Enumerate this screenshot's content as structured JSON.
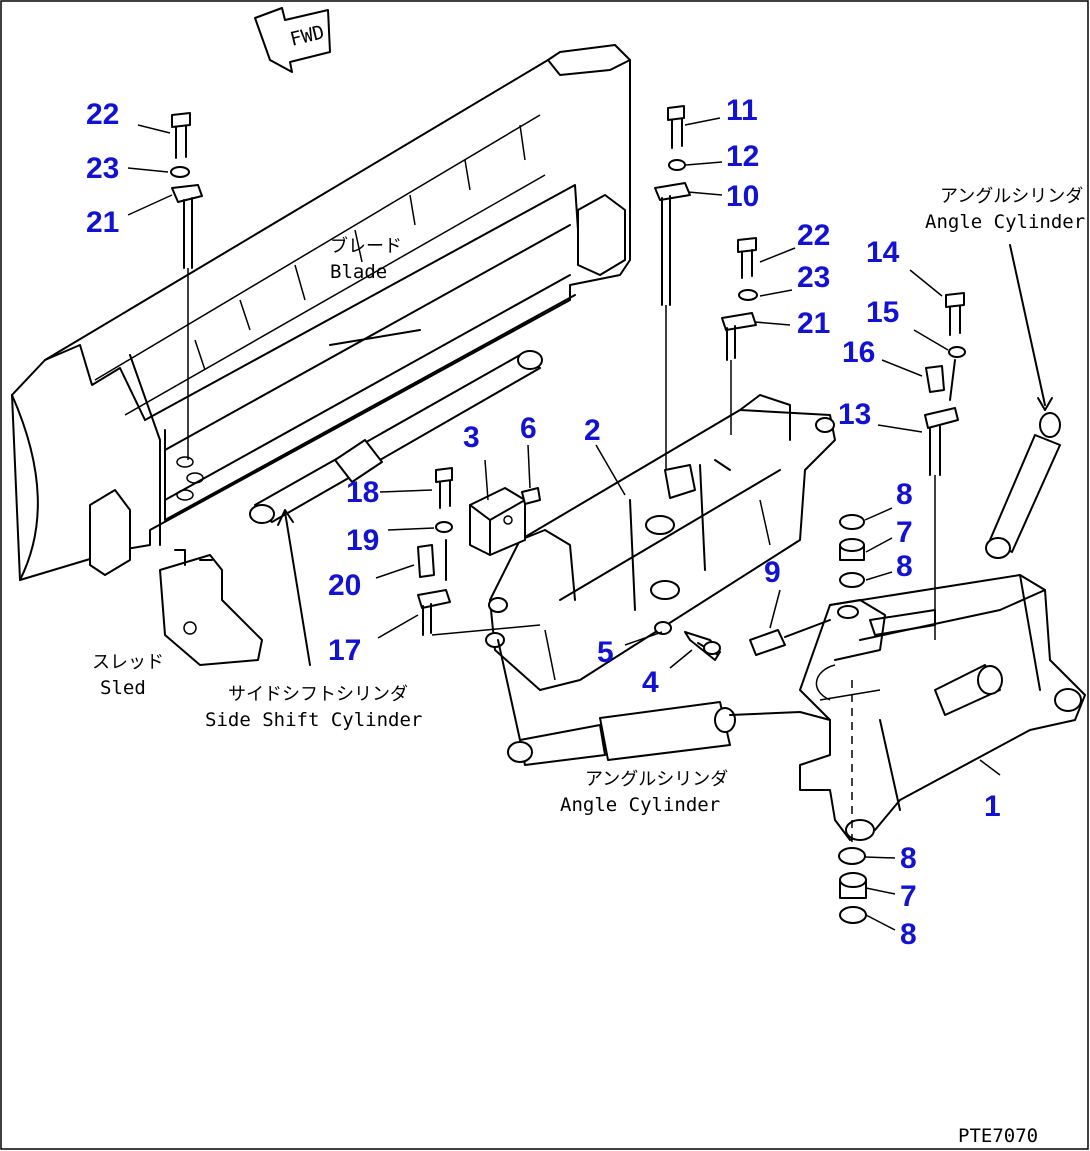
{
  "fwd_label": "FWD",
  "drawing_code": "PTE7070",
  "labels": {
    "blade_jp": "ブレード",
    "blade_en": "Blade",
    "sled_jp": "スレッド",
    "sled_en": "Sled",
    "side_shift_jp": "サイドシフトシリンダ",
    "side_shift_en": "Side Shift Cylinder",
    "angle_center_jp": "アングルシリンダ",
    "angle_center_en": "Angle Cylinder",
    "angle_right_jp": "アングルシリンダ",
    "angle_right_en": "Angle Cylinder"
  },
  "callouts": [
    "1",
    "2",
    "3",
    "4",
    "5",
    "6",
    "7",
    "7",
    "8",
    "8",
    "8",
    "8",
    "9",
    "10",
    "11",
    "12",
    "13",
    "14",
    "15",
    "16",
    "17",
    "18",
    "19",
    "20",
    "21",
    "21",
    "22",
    "22",
    "23",
    "23"
  ]
}
